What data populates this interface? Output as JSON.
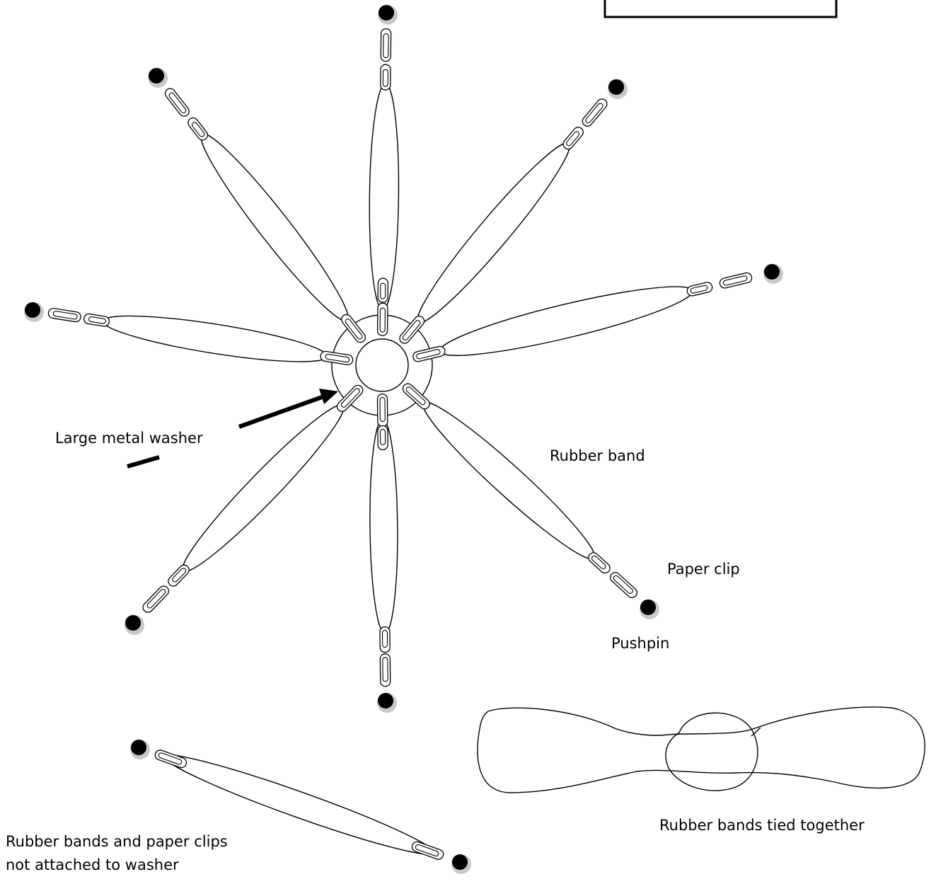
{
  "labels": {
    "washer": "Large metal washer",
    "rubber_band": "Rubber band",
    "paper_clip": "Paper clip",
    "pushpin": "Pushpin",
    "loose_bands": "Rubber bands and paper clips",
    "loose_bands_line2": "not attached to washer",
    "tied_bands": "Rubber bands tied together"
  },
  "colors": {
    "line": "#000000",
    "pin_shadow": "#c8c8c8"
  }
}
